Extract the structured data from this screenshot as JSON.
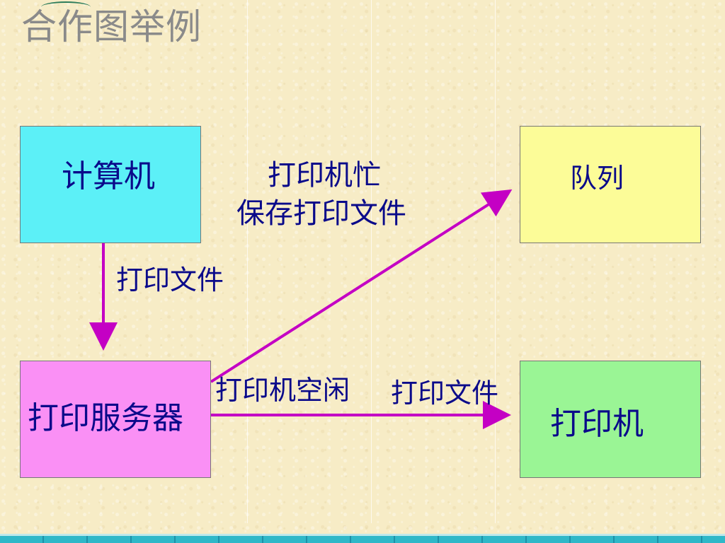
{
  "title": "合作图举例",
  "nodes": {
    "computer": "计算机",
    "queue": "队列",
    "server": "打印服务器",
    "printer": "打印机"
  },
  "edges": {
    "computer_to_server": "打印文件",
    "server_to_queue_line1": "打印机忙",
    "server_to_queue_line2": "保存打印文件",
    "server_to_printer_condition": "打印机空闲",
    "server_to_printer_action": "打印文件"
  },
  "colors": {
    "computer": "#5cf0f7",
    "queue": "#fcfc98",
    "server": "#fa90f5",
    "printer": "#9af595",
    "arrow": "#c400c4",
    "text": "#0a0a8a"
  }
}
